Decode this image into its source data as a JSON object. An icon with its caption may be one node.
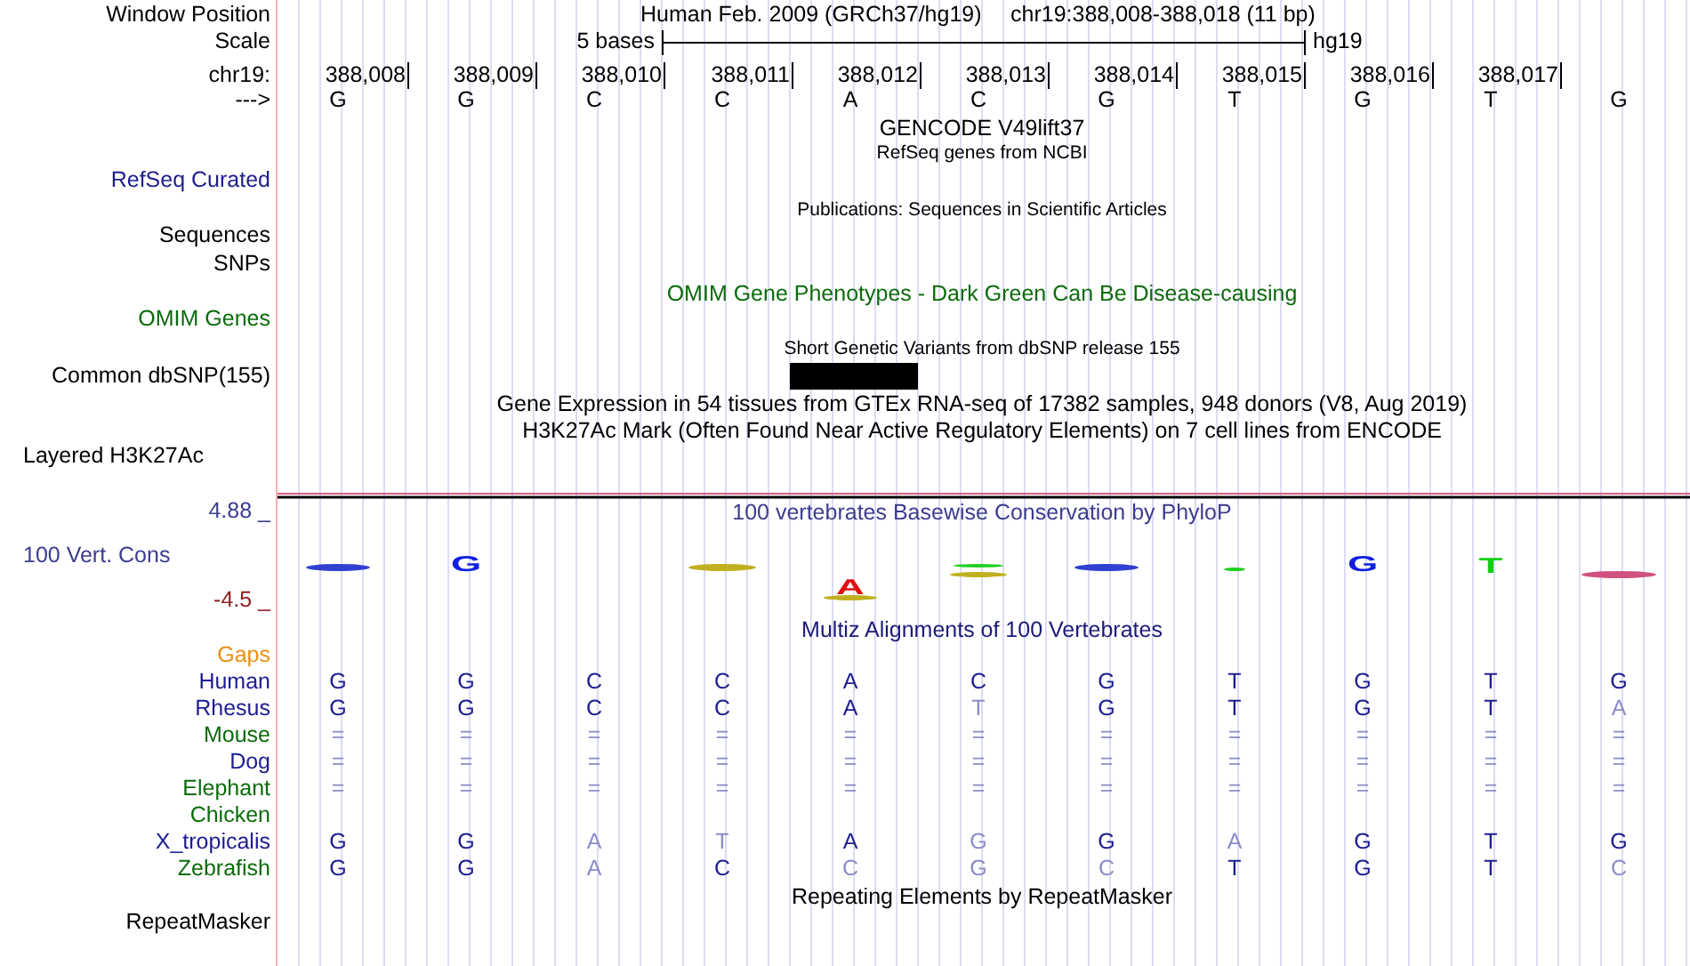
{
  "diagram": {
    "labels": [
      "Window Position",
      "Human Feb. 2009 (GRCh37/hg19)",
      "chr19:388,008-388,018 (11 bp)",
      "Scale",
      "5 bases",
      "hg19",
      "chr19:",
      "388,008",
      "388,009",
      "388,010",
      "388,011",
      "388,012",
      "388,013",
      "388,014",
      "388,015",
      "388,016",
      "388,017",
      "--->",
      "G",
      "G",
      "C",
      "C",
      "A",
      "C",
      "G",
      "T",
      "G",
      "T",
      "G",
      "GENCODE V49lift37",
      "RefSeq genes from NCBI",
      "RefSeq Curated",
      "Publications: Sequences in Scientific Articles",
      "Sequences",
      "SNPs",
      "OMIM Gene Phenotypes - Dark Green Can Be Disease-causing",
      "OMIM Genes",
      "Short Genetic Variants from dbSNP release 155",
      "Common dbSNP(155)",
      "Gene Expression in 54 tissues from GTEx RNA-seq of 17382 samples, 948 donors (V8, Aug 2019)",
      "H3K27Ac Mark (Often Found Near Active Regulatory Elements) on 7 cell lines from ENCODE",
      "Layered H3K27Ac",
      "4.88 _",
      "100 vertebrates Basewise Conservation by PhyloP",
      "100 Vert. Cons",
      "G",
      "G",
      "T",
      "A",
      "-4.5 _",
      "Multiz Alignments of 100 Vertebrates",
      "Gaps",
      "Human",
      "G",
      "G",
      "C",
      "C",
      "A",
      "C",
      "G",
      "T",
      "G",
      "T",
      "G",
      "Rhesus",
      "G",
      "G",
      "C",
      "C",
      "A",
      "T",
      "G",
      "T",
      "G",
      "T",
      "A",
      "Mouse",
      "=",
      "=",
      "=",
      "=",
      "=",
      "=",
      "=",
      "=",
      "=",
      "=",
      "=",
      "Dog",
      "=",
      "=",
      "=",
      "=",
      "=",
      "=",
      "=",
      "=",
      "=",
      "=",
      "=",
      "Elephant",
      "=",
      "=",
      "=",
      "=",
      "=",
      "=",
      "=",
      "=",
      "=",
      "=",
      "=",
      "Chicken",
      "X_tropicalis",
      "G",
      "G",
      "A",
      "T",
      "A",
      "G",
      "G",
      "A",
      "G",
      "T",
      "G",
      "Zebrafish",
      "G",
      "G",
      "A",
      "C",
      "C",
      "G",
      "C",
      "T",
      "G",
      "T",
      "C",
      "Repeating Elements by RepeatMasker",
      "RepeatMasker"
    ]
  }
}
